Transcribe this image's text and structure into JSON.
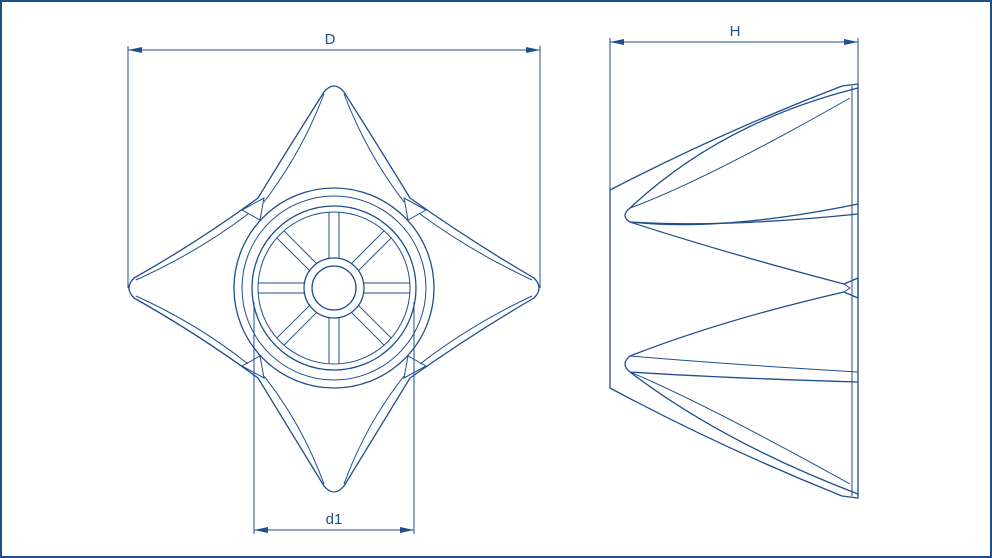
{
  "labels": {
    "diameter": "D",
    "height": "H",
    "inner_diameter": "d1"
  },
  "colors": {
    "line": "#1f4e8c",
    "background": "#ffffff",
    "frame": "#1f4e8c"
  }
}
